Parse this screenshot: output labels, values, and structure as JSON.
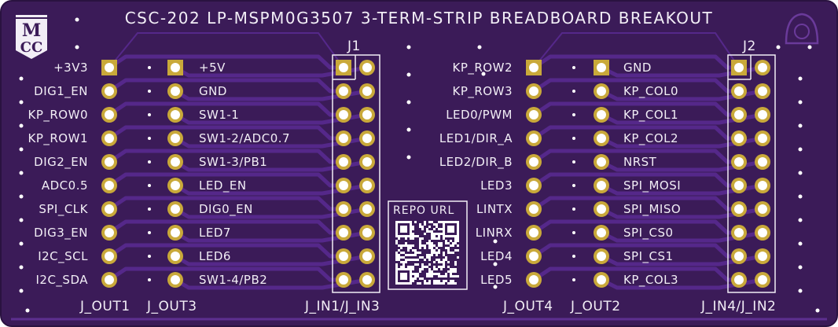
{
  "title": "CSC-202 LP-MSPM0G3507 3-TERM-STRIP BREADBOARD BREAKOUT",
  "logo": {
    "line1": "M",
    "line2": "CC"
  },
  "colors": {
    "board": "#3b1b58",
    "trace": "#55288a",
    "pad": "#c9a93a",
    "silk": "#f2eef6",
    "edge": "#2a1240"
  },
  "connectors": {
    "j1": "J1",
    "j2": "J2",
    "j_out1": "J_OUT1",
    "j_out3": "J_OUT3",
    "j_in1_in3": "J_IN1/J_IN3",
    "j_out4": "J_OUT4",
    "j_out2": "J_OUT2",
    "j_in4_in2": "J_IN4/J_IN2"
  },
  "qr_label": "REPO URL",
  "j_out1_labels": [
    "+3V3",
    "DIG1_EN",
    "KP_ROW0",
    "KP_ROW1",
    "DIG2_EN",
    "ADC0.5",
    "SPI_CLK",
    "DIG3_EN",
    "I2C_SCL",
    "I2C_SDA"
  ],
  "j_out3_labels": [
    "+5V",
    "GND",
    "SW1-1",
    "SW1-2/ADC0.7",
    "SW1-3/PB1",
    "LED_EN",
    "DIG0_EN",
    "LED7",
    "LED6",
    "SW1-4/PB2"
  ],
  "j_out4_labels": [
    "KP_ROW2",
    "KP_ROW3",
    "LED0/PWM",
    "LED1/DIR_A",
    "LED2/DIR_B",
    "LED3",
    "LINTX",
    "LINRX",
    "LED4",
    "LED5"
  ],
  "j_out2_labels": [
    "GND",
    "KP_COL0",
    "KP_COL1",
    "KP_COL2",
    "NRST",
    "SPI_MOSI",
    "SPI_MISO",
    "SPI_CS0",
    "SPI_CS1",
    "KP_COL3"
  ]
}
